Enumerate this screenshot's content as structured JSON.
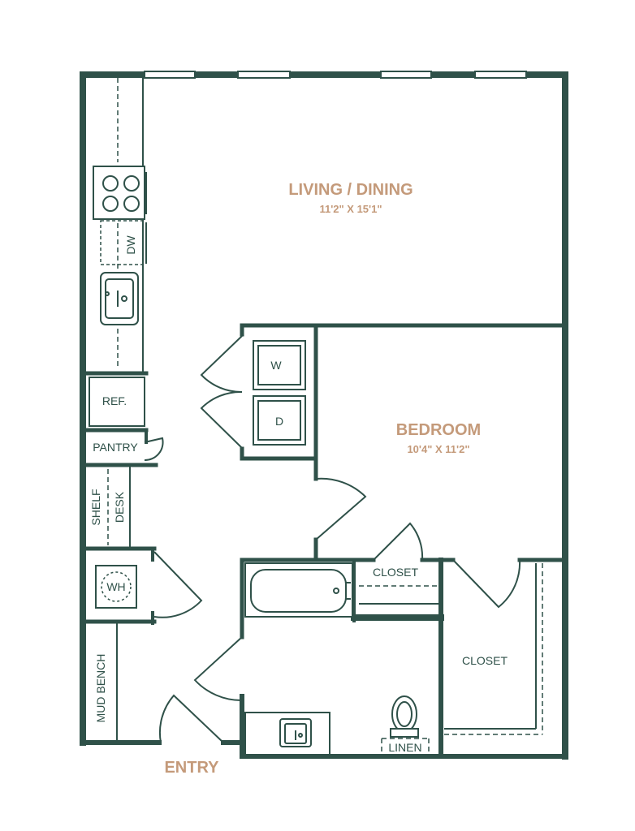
{
  "colors": {
    "wall": "#2f5149",
    "accent": "#c49a7a"
  },
  "rooms": {
    "living": {
      "name": "LIVING / DINING",
      "dims": "11'2\" X 15'1\""
    },
    "bedroom": {
      "name": "BEDROOM",
      "dims": "10'4\" X 11'2\""
    }
  },
  "labels": {
    "entry": "ENTRY",
    "dishwasher": "DW",
    "washer": "W",
    "dryer": "D",
    "refrigerator": "REF.",
    "pantry": "PANTRY",
    "shelf": "SHELF",
    "desk": "DESK",
    "water_heater": "WH",
    "mud_bench": "MUD BENCH",
    "closet_bath": "CLOSET",
    "closet_bedroom": "CLOSET",
    "linen": "LINEN"
  }
}
